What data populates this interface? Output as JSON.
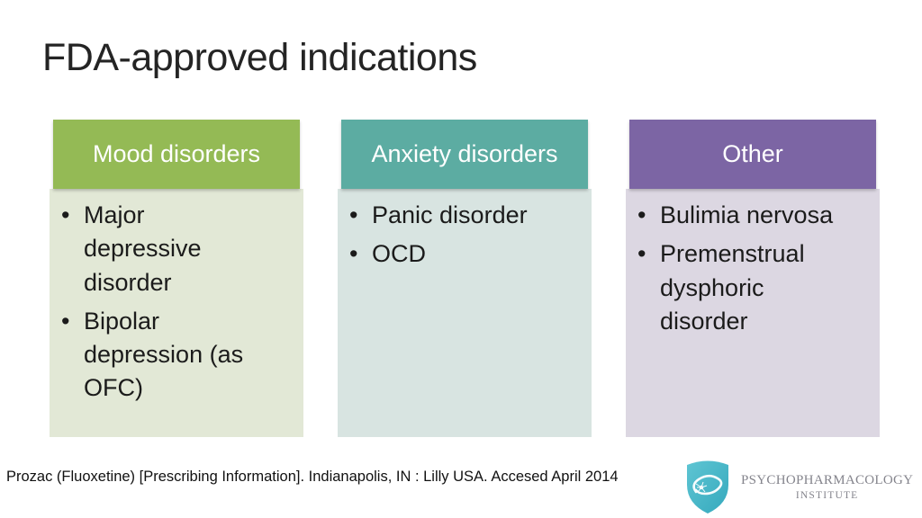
{
  "slide": {
    "title": "FDA-approved indications",
    "citation": "Prozac (Fluoxetine) [Prescribing Information]. Indianapolis, IN : Lilly USA. Accesed April 2014"
  },
  "columns": [
    {
      "header": "Mood disorders",
      "header_color": "#94ba55",
      "body_color": "#e2e8d6",
      "items": [
        "Major depressive disorder",
        "Bipolar depression (as OFC)"
      ]
    },
    {
      "header": "Anxiety disorders",
      "header_color": "#5caca2",
      "body_color": "#d8e4e1",
      "items": [
        "Panic disorder",
        "OCD"
      ]
    },
    {
      "header": "Other",
      "header_color": "#7c65a4",
      "body_color": "#dcd7e2",
      "items": [
        "Bulimia nervosa",
        "Premenstrual dysphoric disorder"
      ]
    }
  ],
  "logo": {
    "wordmark": "PSYCHOPHARMACOLOGY",
    "institute": "INSTITUTE",
    "shield_color": "#45b6c7",
    "text_color": "#84848c"
  }
}
